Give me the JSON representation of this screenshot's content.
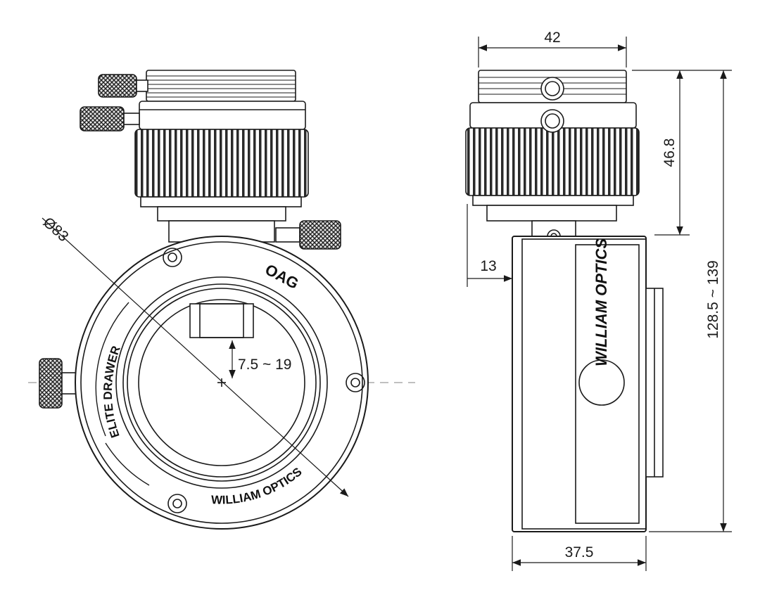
{
  "front_view": {
    "diameter_label": "Ø83",
    "offset_label": "7.5 ~ 19",
    "oag_label": "OAG",
    "ring_text_left": "ELITE DRAWER",
    "ring_text_bottom": "WILLIAM OPTICS"
  },
  "side_view": {
    "top_width_label": "42",
    "height_top_label": "46.8",
    "total_height_label": "128.5 ~ 139",
    "flange_label": "13",
    "body_width_label": "37.5",
    "brand_label": "WILLIAM OPTICS"
  },
  "colors": {
    "line": "#1a1a1a",
    "knurl": "#2a2a2a",
    "centerline": "#9a9a9a"
  }
}
